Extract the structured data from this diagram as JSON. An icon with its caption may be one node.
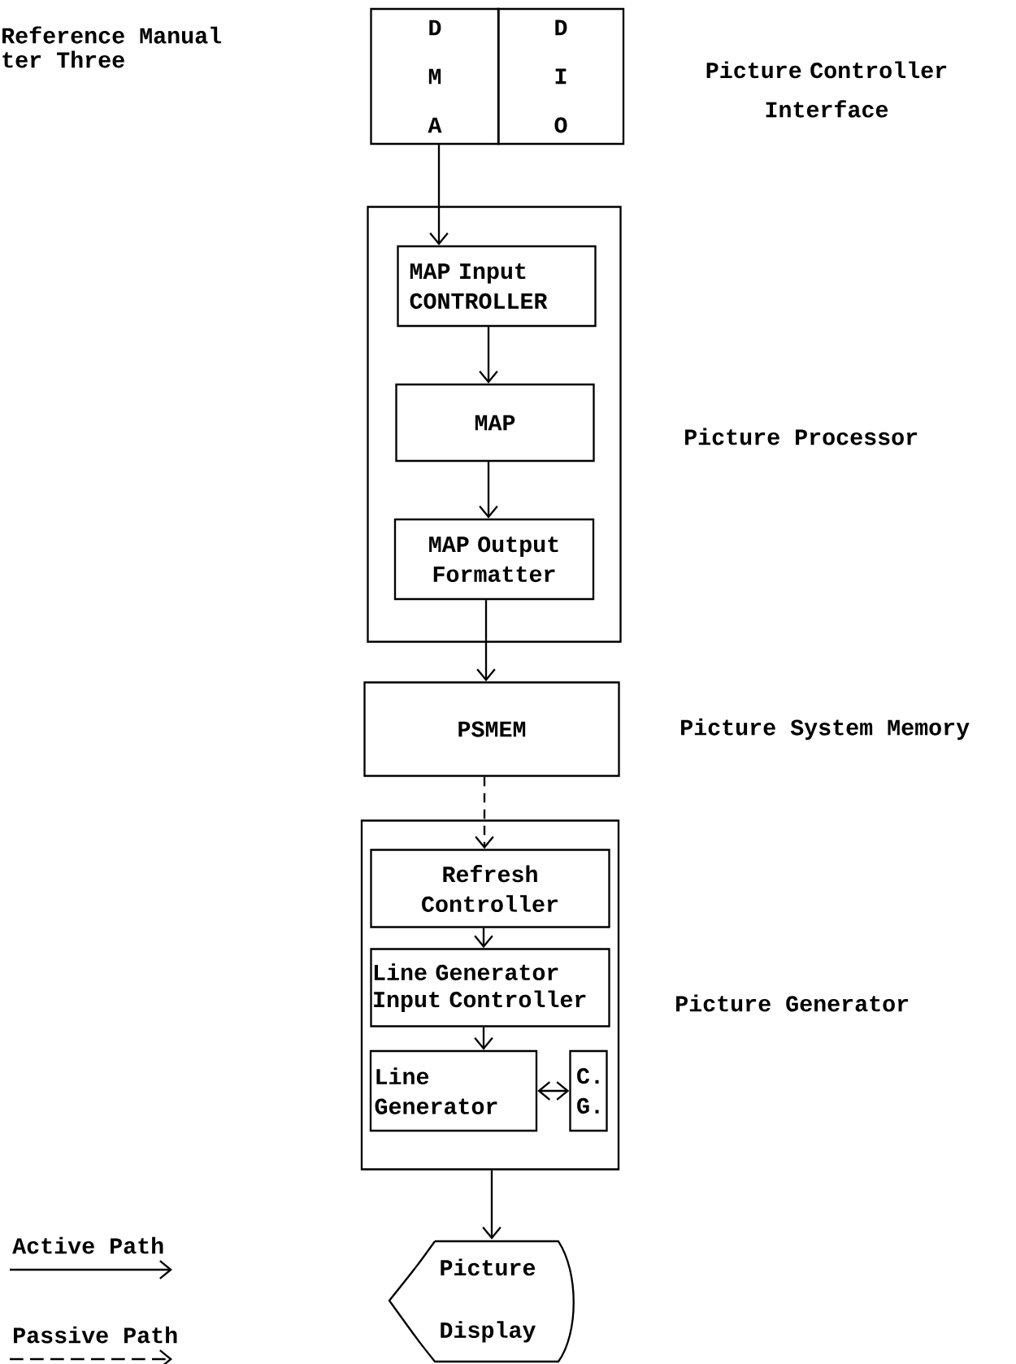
{
  "diagram": {
    "nodes": [
      {
        "text": [
          "D M A"
        ]
      },
      {
        "text": [
          "D I O"
        ]
      },
      {
        "text": [],
        "shape": "box"
      },
      {
        "text": [
          "MAP Input CONTROLLER"
        ],
        "in": 2
      },
      {
        "text": [
          "MAP"
        ],
        "in": 2
      },
      {
        "text": [
          "MAP Output Formatter"
        ],
        "in": 2
      },
      {
        "text": [
          "PSMEM"
        ]
      },
      {
        "text": [],
        "shape": "box"
      },
      {
        "text": [
          "Refresh Controller"
        ],
        "in": 7
      },
      {
        "text": [
          "Line Generator Input Controller"
        ],
        "in": 7
      },
      {
        "text": [
          "Line Generator"
        ],
        "in": 7
      },
      {
        "text": [
          "C. G."
        ],
        "in": 7
      },
      {
        "text": [
          "Picture Display"
        ]
      }
    ],
    "edges": [
      {
        "from": 0,
        "to": 3,
        "arrow": "to"
      },
      {
        "from": 3,
        "to": 4,
        "arrow": "to"
      },
      {
        "from": 4,
        "to": 5,
        "arrow": "to"
      },
      {
        "from": 5,
        "to": 6,
        "arrow": "to"
      },
      {
        "from": 6,
        "to": 8,
        "arrow": "to",
        "style": "dashed"
      },
      {
        "from": 8,
        "to": 9,
        "arrow": "to"
      },
      {
        "from": 9,
        "to": 10,
        "arrow": "to"
      },
      {
        "from": 10,
        "to": 11,
        "arrow": "both"
      },
      {
        "from": 7,
        "to": 12,
        "arrow": "to"
      }
    ],
    "labels": [
      "Reference Manual",
      "ter Three",
      "Picture Controller Interface",
      "Picture Processor",
      "Picture System Memory",
      "Picture Generator"
    ],
    "legend": [
      {
        "text": "Active Path"
      },
      {
        "text": "Passive Path"
      }
    ]
  }
}
